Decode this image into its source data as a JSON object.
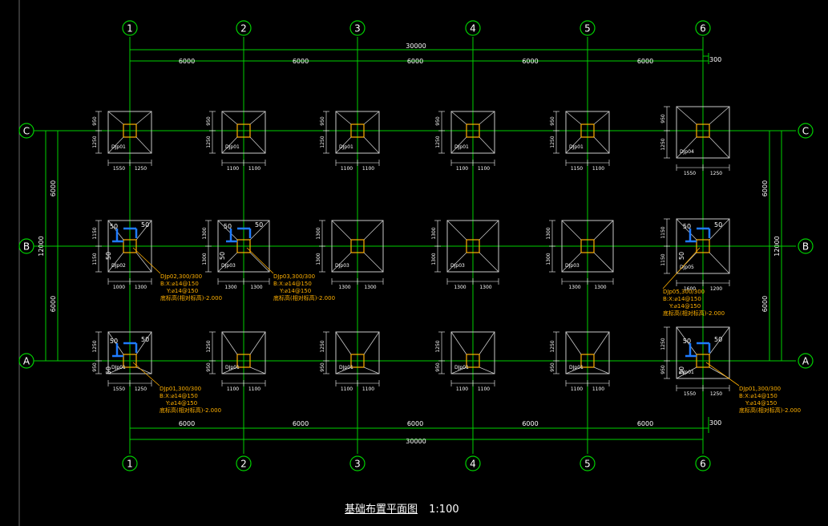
{
  "title": "基础布置平面图",
  "scale": "1:100",
  "colors": {
    "background": "#000000",
    "axis": "#00d000",
    "grid_red": "#d01010",
    "footing": "#c8c8c8",
    "dim": "#ffffff",
    "annotation": "#ffb000",
    "rebar": "#1e7bff"
  },
  "axes_x": [
    "1",
    "2",
    "3",
    "4",
    "5",
    "6"
  ],
  "axes_y": [
    "C",
    "B",
    "A"
  ],
  "dims": {
    "total": "30000",
    "bay": "6000",
    "offset": "300",
    "left_total": "12000",
    "left_bay": "6000",
    "right_total": "12000",
    "right_bay": "6000"
  },
  "footings": {
    "row_c": [
      {
        "label": "DJp01",
        "a": "1550",
        "b": "1250",
        "top": "950",
        "bot": "1250"
      },
      {
        "label": "DJp01",
        "a": "1100",
        "b": "1100",
        "top": "950",
        "bot": "1250"
      },
      {
        "label": "DJp01",
        "a": "1100",
        "b": "1100",
        "top": "950",
        "bot": "1250"
      },
      {
        "label": "DJp01",
        "a": "1100",
        "b": "1100",
        "top": "950",
        "bot": "1250"
      },
      {
        "label": "DJp01",
        "a": "1150",
        "b": "1100",
        "top": "950",
        "bot": "1250"
      },
      {
        "label": "DJp04",
        "a": "1550",
        "b": "1250",
        "top": "950",
        "bot": "1250"
      }
    ],
    "row_b": [
      {
        "label": "DJp02",
        "a": "1000",
        "b": "1300",
        "top": "1150",
        "bot": "1150"
      },
      {
        "label": "DJp03",
        "a": "1300",
        "b": "1300",
        "top": "1300",
        "bot": "1300"
      },
      {
        "label": "DJp03",
        "a": "1300",
        "b": "1300",
        "top": "1300",
        "bot": "1300"
      },
      {
        "label": "DJp03",
        "a": "1300",
        "b": "1300",
        "top": "1300",
        "bot": "1300"
      },
      {
        "label": "DJp03",
        "a": "1300",
        "b": "1300",
        "top": "1300",
        "bot": "1300"
      },
      {
        "label": "DJp05",
        "a": "1600",
        "b": "1200",
        "top": "1150",
        "bot": "1150"
      }
    ],
    "row_a": [
      {
        "label": "DJp01",
        "a": "1550",
        "b": "1250",
        "top": "1250",
        "bot": "950"
      },
      {
        "label": "DJp01",
        "a": "1100",
        "b": "1100",
        "top": "1250",
        "bot": "950"
      },
      {
        "label": "DJp01",
        "a": "1100",
        "b": "1100",
        "top": "1250",
        "bot": "950"
      },
      {
        "label": "DJp01",
        "a": "1100",
        "b": "1100",
        "top": "1250",
        "bot": "950"
      },
      {
        "label": "DJp01",
        "a": "1100",
        "b": "1100",
        "top": "1250",
        "bot": "950"
      },
      {
        "label": "DJp01",
        "a": "1550",
        "b": "1250",
        "top": "1250",
        "bot": "950"
      }
    ]
  },
  "rebar_marks": {
    "spacing": "50"
  },
  "notes": [
    {
      "lines": [
        "DJp02,300/300",
        "B:X:⌀14@150",
        "Y:⌀14@150",
        "底标高(相对标高)-2.000"
      ]
    },
    {
      "lines": [
        "DJp03,300/300",
        "B:X:⌀14@150",
        "Y:⌀14@150",
        "底标高(相对标高)-2.000"
      ]
    },
    {
      "lines": [
        "DJp01,300/300",
        "B:X:⌀14@150",
        "Y:⌀14@150",
        "底标高(相对标高)-2.000"
      ]
    },
    {
      "lines": [
        "DJp05,300/300",
        "B:X:⌀14@150",
        "Y:⌀14@150",
        "底标高(相对标高)-2.000"
      ]
    },
    {
      "lines": [
        "DJp01,300/300",
        "B:X:⌀14@150",
        "Y:⌀14@150",
        "底标高(相对标高)-2.000"
      ]
    }
  ]
}
